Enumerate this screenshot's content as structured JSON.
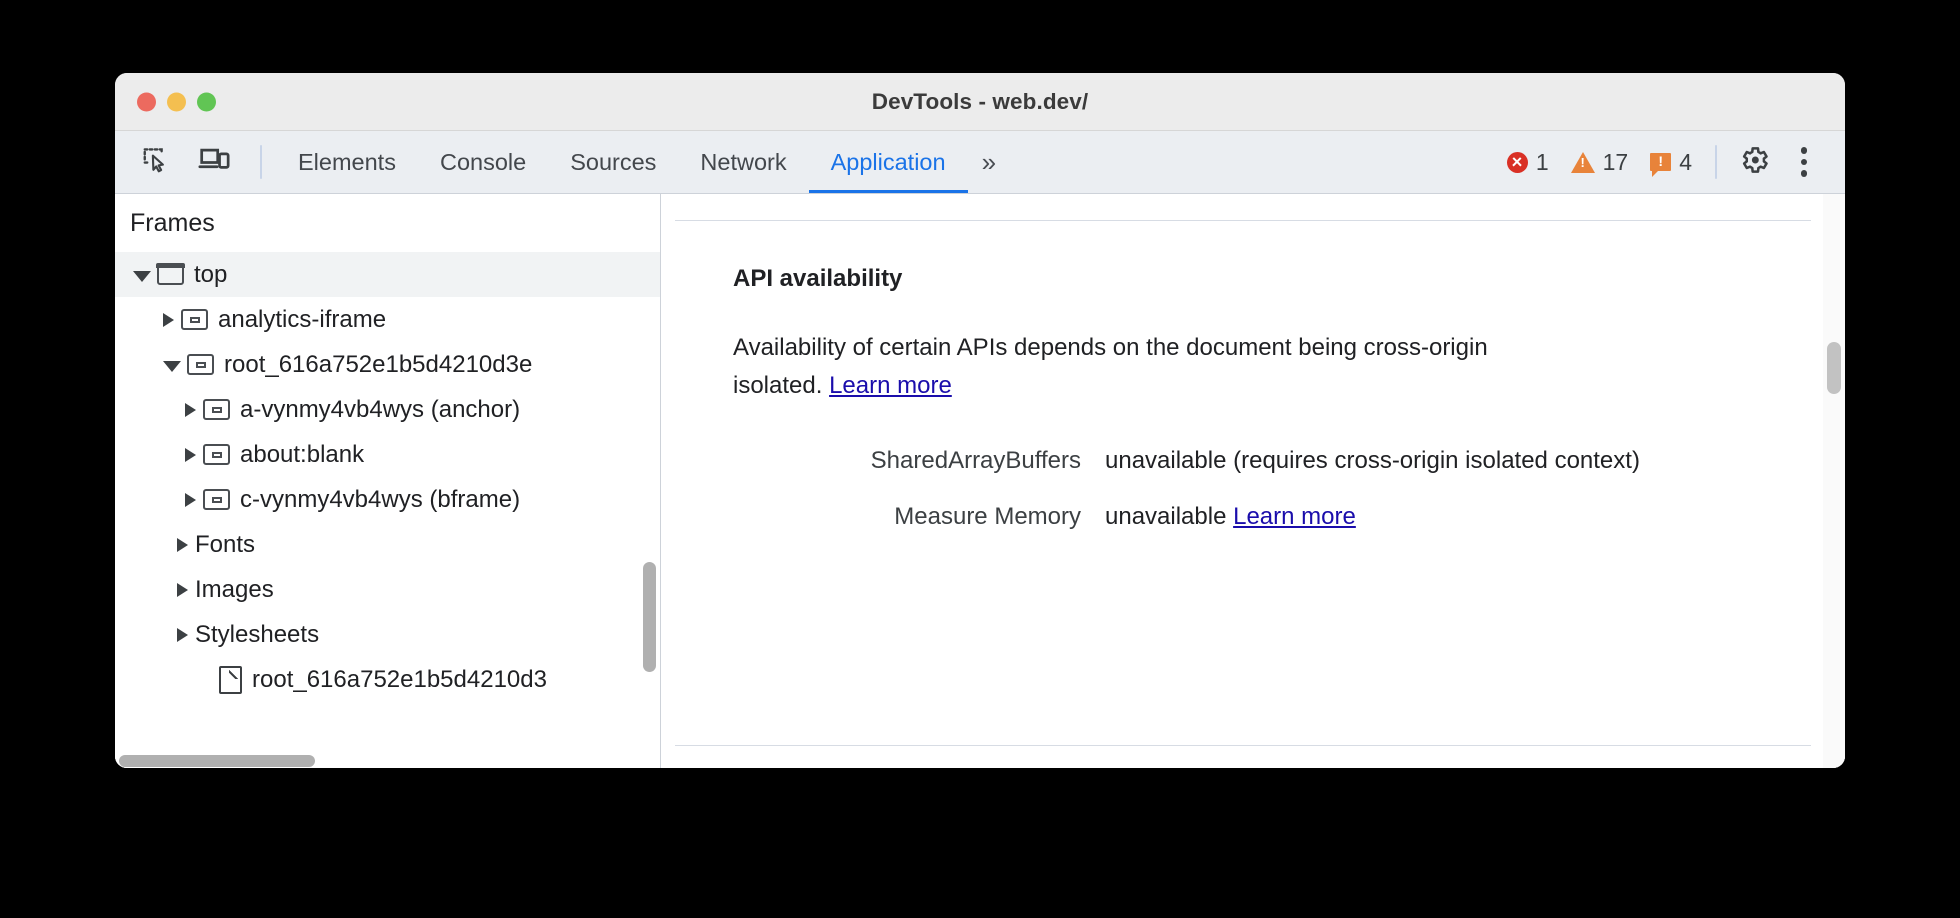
{
  "window": {
    "title": "DevTools - web.dev/",
    "traffic_lights": [
      "close-button",
      "minimize-button",
      "maximize-button"
    ]
  },
  "toolbar": {
    "inspect_icon": "inspect-element-icon",
    "device_icon": "device-toolbar-icon",
    "tabs": [
      {
        "label": "Elements",
        "active": false
      },
      {
        "label": "Console",
        "active": false
      },
      {
        "label": "Sources",
        "active": false
      },
      {
        "label": "Network",
        "active": false
      },
      {
        "label": "Application",
        "active": true
      }
    ],
    "more_tabs_label": "»",
    "counters": [
      {
        "icon": "error-icon",
        "count": "1",
        "color": "#d93025"
      },
      {
        "icon": "warning-icon",
        "count": "17",
        "color": "#e8833a"
      },
      {
        "icon": "issue-icon",
        "count": "4",
        "color": "#e8833a"
      }
    ],
    "settings_icon": "gear-icon",
    "menu_icon": "kebab-menu-icon",
    "accent_color": "#1a73e8"
  },
  "sidebar": {
    "header": "Frames",
    "tree": [
      {
        "label": "top",
        "expanded": true,
        "icon": "frame-top-icon",
        "level": 0,
        "selected": true
      },
      {
        "label": "analytics-iframe",
        "expanded": false,
        "icon": "frame-icon",
        "level": 1,
        "selected": false
      },
      {
        "label": "root_616a752e1b5d4210d3e",
        "expanded": true,
        "icon": "frame-icon",
        "level": 1,
        "selected": false
      },
      {
        "label": "a-vynmy4vb4wys (anchor)",
        "expanded": false,
        "icon": "frame-icon",
        "level": 2,
        "selected": false
      },
      {
        "label": "about:blank",
        "expanded": false,
        "icon": "frame-icon",
        "level": 2,
        "selected": false
      },
      {
        "label": "c-vynmy4vb4wys (bframe)",
        "expanded": false,
        "icon": "frame-icon",
        "level": 2,
        "selected": false
      },
      {
        "label": "Fonts",
        "expanded": false,
        "icon": "none",
        "level": 1,
        "selected": false
      },
      {
        "label": "Images",
        "expanded": false,
        "icon": "none",
        "level": 1,
        "selected": false
      },
      {
        "label": "Stylesheets",
        "expanded": false,
        "icon": "none",
        "level": 1,
        "selected": false
      },
      {
        "label": "root_616a752e1b5d4210d3",
        "expanded": false,
        "icon": "document-icon",
        "level": 2,
        "selected": false
      }
    ]
  },
  "main": {
    "section_title": "API availability",
    "description_part1": "Availability of certain APIs depends on the document being cross-origin isolated.",
    "description_link": "Learn more",
    "rows": [
      {
        "key": "SharedArrayBuffers",
        "value": "unavailable",
        "note": "(requires cross-origin isolated context)",
        "link": ""
      },
      {
        "key": "Measure Memory",
        "value": "unavailable",
        "note": "",
        "link": "Learn more"
      }
    ],
    "link_color": "#1a0dab"
  }
}
